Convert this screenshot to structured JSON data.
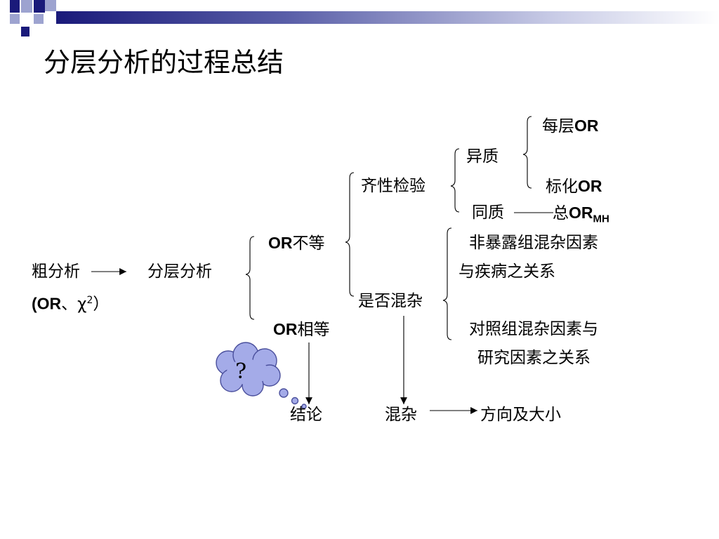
{
  "slide": {
    "title": "分层分析的过程总结"
  },
  "nodes": {
    "crude": "粗分析",
    "crude_sub_open": "(",
    "crude_sub_or": "OR",
    "crude_sub_rest": "、χ",
    "crude_sub_sup": "2",
    "crude_sub_close": "）",
    "stratified": "分层分析",
    "or_unequal_or": "OR",
    "or_unequal_text": "不等",
    "or_equal_or": "OR",
    "or_equal_text": "相等",
    "homogeneity_test": "齐性检验",
    "confounding_check": "是否混杂",
    "heterogeneous": "异质",
    "homogeneous": "同质",
    "each_stratum_text": "每层",
    "each_stratum_or": "OR",
    "standardized_text": "标化",
    "standardized_or": "OR",
    "total_text": "总",
    "total_or": "OR",
    "total_sub": "MH",
    "unexposed_line1": "非暴露组混杂因素",
    "unexposed_line2": "与疾病之关系",
    "control_line1": "对照组混杂因素与",
    "control_line2": "研究因素之关系",
    "conclusion": "结论",
    "confounding": "混杂",
    "direction_size": "方向及大小",
    "question_mark": "?"
  },
  "theme": {
    "deco_dark": "#1a1a7a",
    "deco_light": "#9da3d0",
    "deco_gradient_end": "#ffffff",
    "cloud_fill": "#a4abe8",
    "cloud_stroke": "#4a4f9c",
    "line": "#000000"
  }
}
